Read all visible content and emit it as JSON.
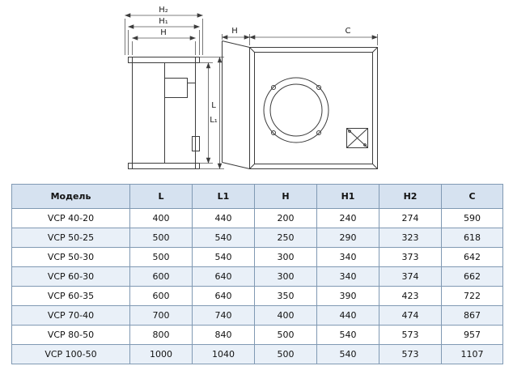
{
  "diagram": {
    "front_view": {
      "dim_h2": "H₂",
      "dim_h1": "H₁",
      "dim_h": "H",
      "dim_l": "L",
      "dim_l1": "L₁"
    },
    "side_view": {
      "dim_h": "H",
      "dim_c": "C"
    }
  },
  "table": {
    "headers": [
      "Модель",
      "L",
      "L1",
      "H",
      "H1",
      "H2",
      "C"
    ],
    "rows": [
      {
        "model": "VCP 40-20",
        "values": [
          "400",
          "440",
          "200",
          "240",
          "274",
          "590"
        ]
      },
      {
        "model": "VCP 50-25",
        "values": [
          "500",
          "540",
          "250",
          "290",
          "323",
          "618"
        ]
      },
      {
        "model": "VCP 50-30",
        "values": [
          "500",
          "540",
          "300",
          "340",
          "373",
          "642"
        ]
      },
      {
        "model": "VCP 60-30",
        "values": [
          "600",
          "640",
          "300",
          "340",
          "374",
          "662"
        ]
      },
      {
        "model": "VCP 60-35",
        "values": [
          "600",
          "640",
          "350",
          "390",
          "423",
          "722"
        ]
      },
      {
        "model": "VCP 70-40",
        "values": [
          "700",
          "740",
          "400",
          "440",
          "474",
          "867"
        ]
      },
      {
        "model": "VCP 80-50",
        "values": [
          "800",
          "840",
          "500",
          "540",
          "573",
          "957"
        ]
      },
      {
        "model": "VCP 100-50",
        "values": [
          "1000",
          "1040",
          "500",
          "540",
          "573",
          "1107"
        ]
      }
    ]
  },
  "colors": {
    "header_bg": "#d6e2f0",
    "row_alt_bg": "#e9f0f8",
    "row_bg": "#ffffff",
    "border": "#8099b3",
    "drawing_line": "#3c3c3c"
  }
}
